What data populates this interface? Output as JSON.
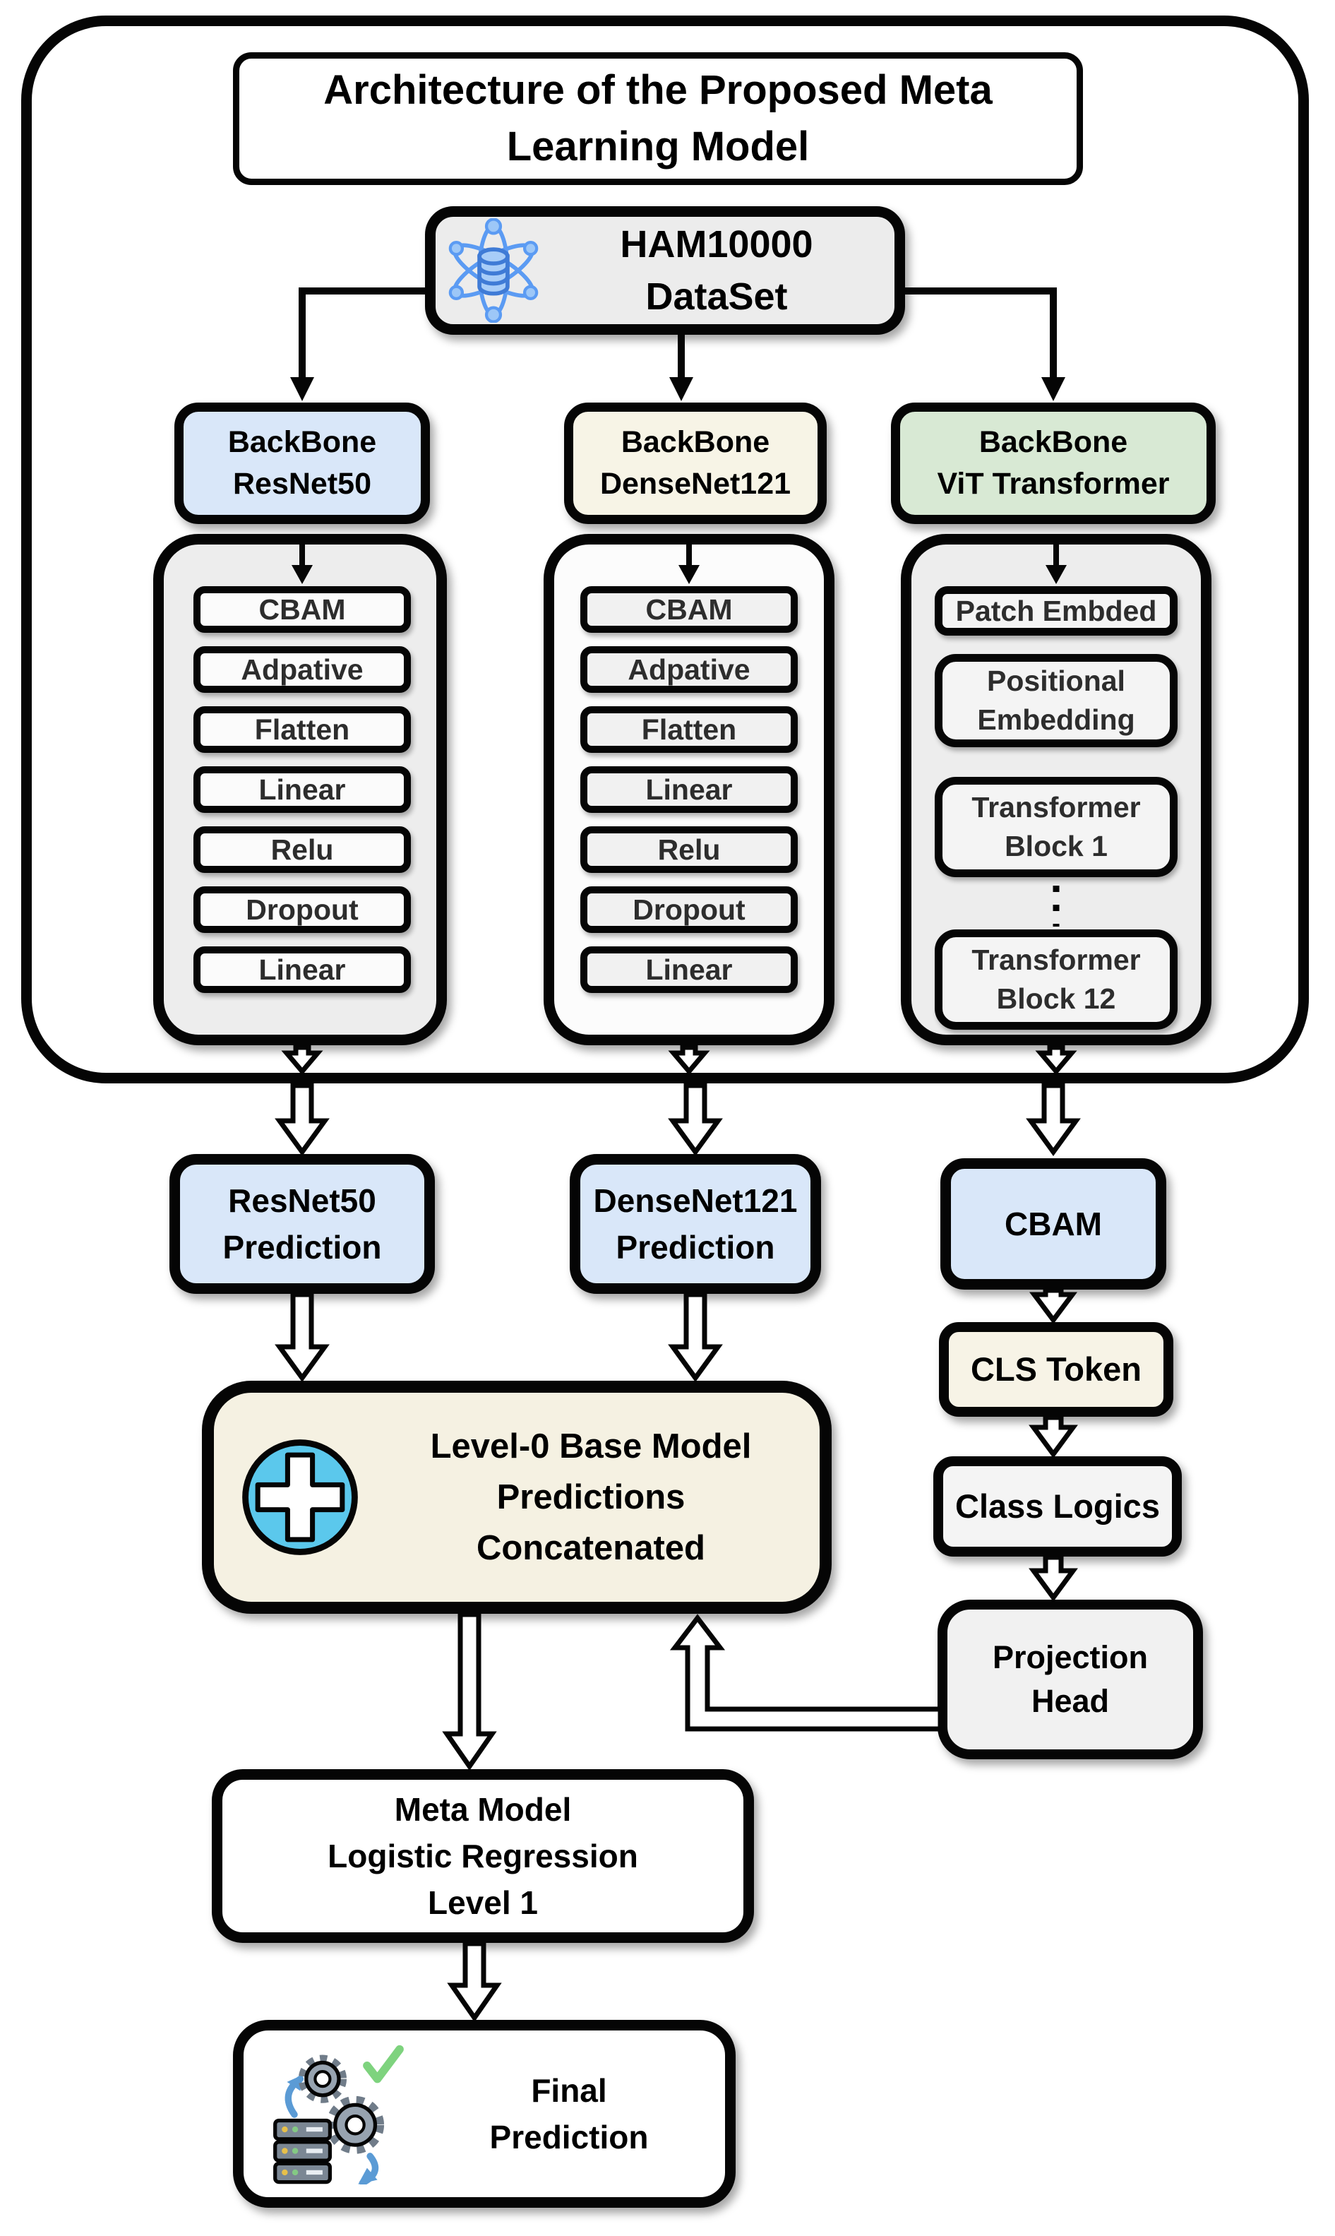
{
  "title": {
    "line1": "Architecture of the Proposed Meta",
    "line2": "Learning Model"
  },
  "dataset": {
    "line1": "HAM10000",
    "line2": "DataSet",
    "icon": "network-database-icon"
  },
  "backbones": {
    "resnet": {
      "line1": "BackBone",
      "line2": "ResNet50"
    },
    "densenet": {
      "line1": "BackBone",
      "line2": "DenseNet121"
    },
    "vit": {
      "line1": "BackBone",
      "line2": "ViT Transformer"
    }
  },
  "resnet_layers": [
    "CBAM",
    "Adpative",
    "Flatten",
    "Linear",
    "Relu",
    "Dropout",
    "Linear"
  ],
  "densenet_layers": [
    "CBAM",
    "Adpative",
    "Flatten",
    "Linear",
    "Relu",
    "Dropout",
    "Linear"
  ],
  "vit_blocks": {
    "patch": "Patch Embded",
    "positional": {
      "line1": "Positional",
      "line2": "Embedding"
    },
    "block1": {
      "line1": "Transformer",
      "line2": "Block 1"
    },
    "block12": {
      "line1": "Transformer",
      "line2": "Block 12"
    }
  },
  "predictions": {
    "resnet": {
      "line1": "ResNet50",
      "line2": "Prediction"
    },
    "densenet": {
      "line1": "DenseNet121",
      "line2": "Prediction"
    },
    "cbam": "CBAM"
  },
  "vit_head": {
    "cls_token": "CLS Token",
    "class_logics": "Class Logics",
    "projection": {
      "line1": "Projection",
      "line2": "Head"
    }
  },
  "level0": {
    "line1": "Level-0 Base Model",
    "line2": "Predictions",
    "line3": "Concatenated",
    "icon": "plus-icon"
  },
  "meta_model": {
    "line1": "Meta Model",
    "line2": "Logistic Regression",
    "line3": "Level 1"
  },
  "final": {
    "line1": "Final",
    "line2": "Prediction",
    "icon": "gears-server-check-icon"
  },
  "colors": {
    "light_blue": "#d9e7f9",
    "cream": "#f7f4e6",
    "light_green": "#d8e9d4",
    "container_gray": "#ededed",
    "level0_cream": "#f5f1e2",
    "icon_circle_blue": "#5bc8ec",
    "icon_network_blue": "#5b9bf3",
    "check_green": "#7ed37e",
    "gear_gray": "#97a3b0",
    "border_black": "#050505"
  }
}
